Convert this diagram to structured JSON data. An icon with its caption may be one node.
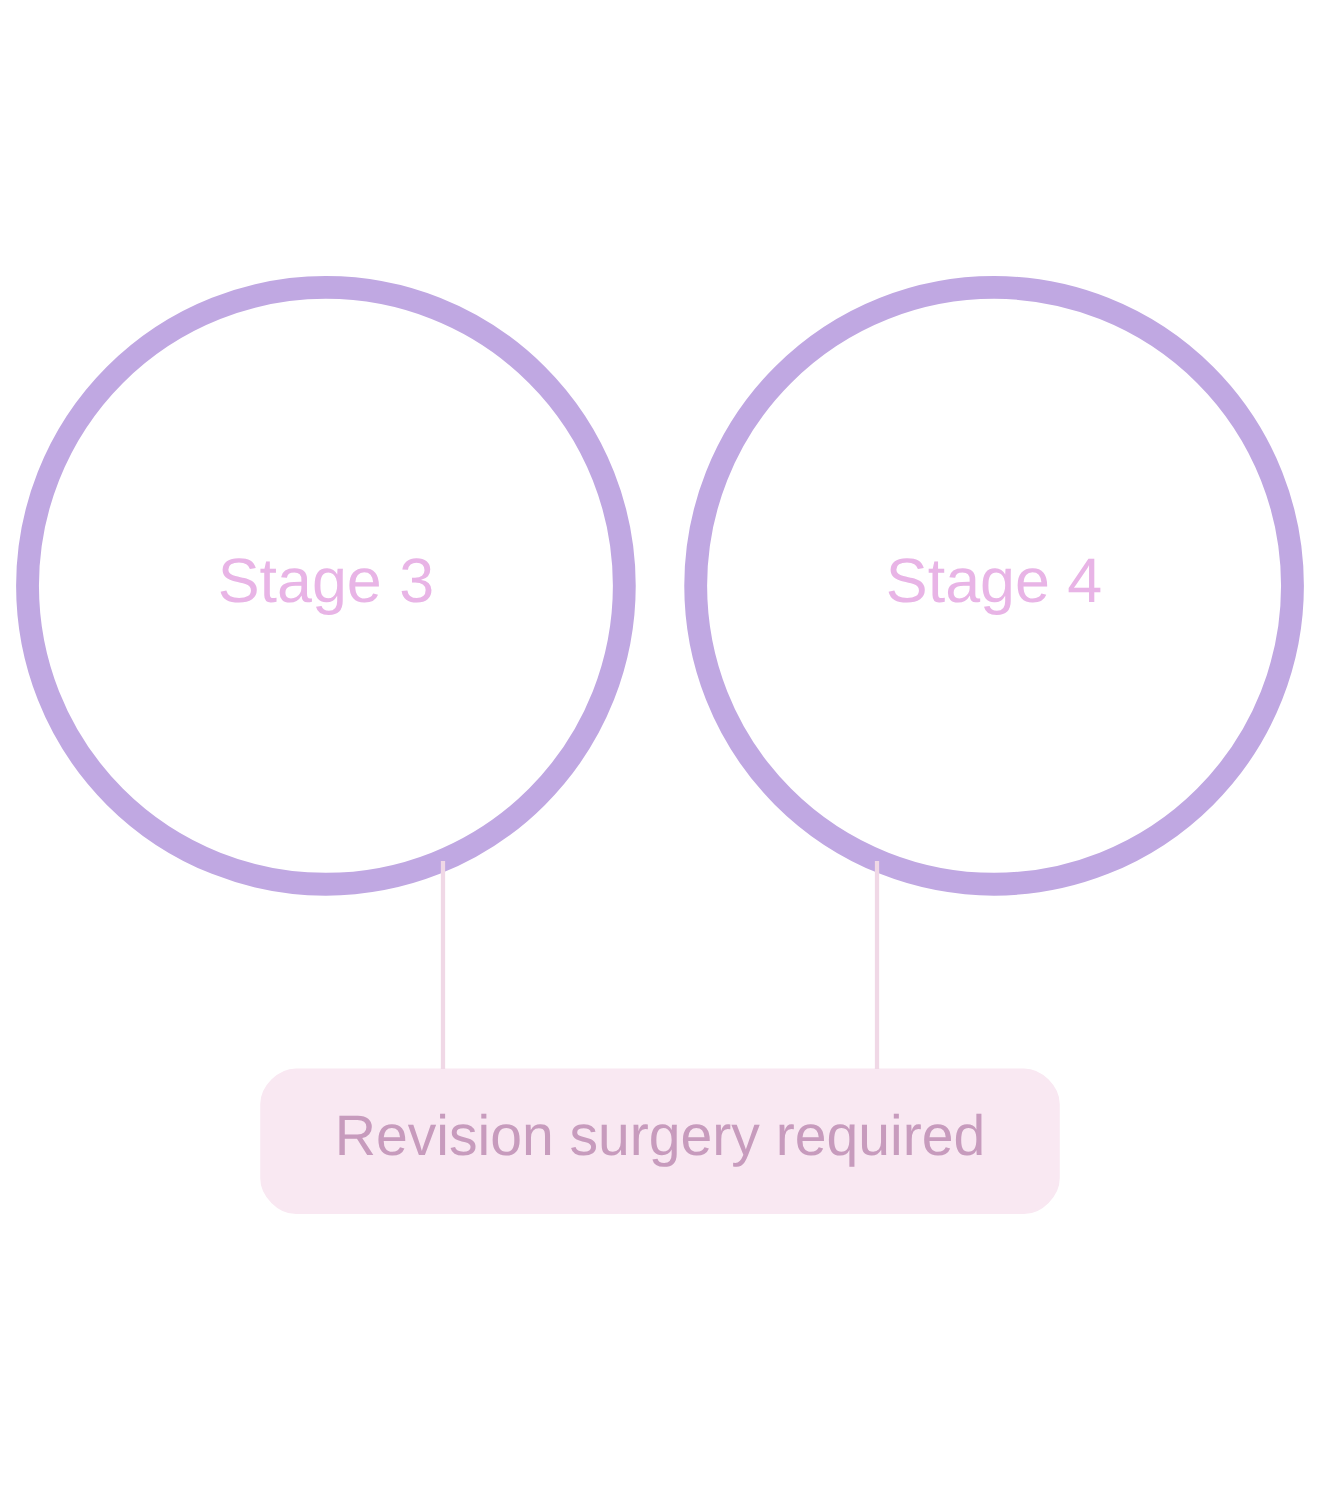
{
  "diagram": {
    "nodes": [
      {
        "text": [
          "Stage 3"
        ]
      },
      {
        "text": [
          "Stage 4"
        ]
      },
      {
        "text": [
          "Revision surgery required"
        ]
      }
    ],
    "edges": [
      {
        "from": 0,
        "to": 2,
        "arrow": "none"
      },
      {
        "from": 1,
        "to": 2,
        "arrow": "none"
      }
    ]
  }
}
